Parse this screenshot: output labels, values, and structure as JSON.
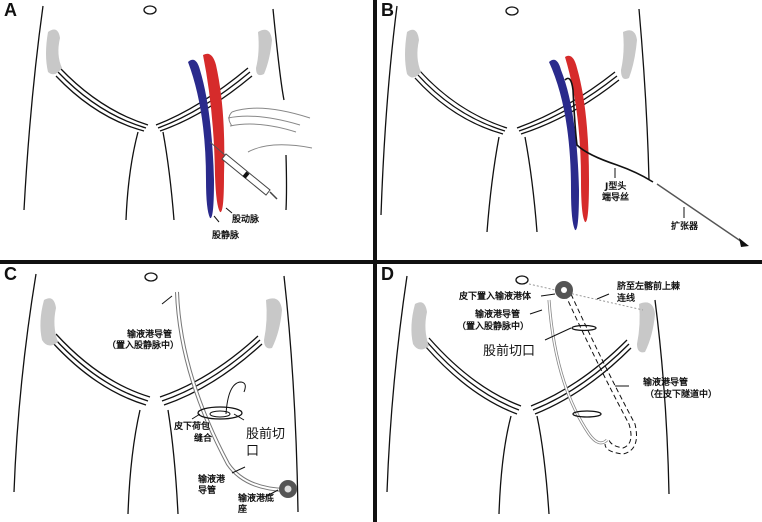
{
  "figure": {
    "colors": {
      "vein": "#2a2a8c",
      "artery": "#d62b2b",
      "pelvis": "#c8c8c8",
      "port": "#555555",
      "line": "#111111"
    },
    "panels": [
      {
        "id": "A",
        "label": "A",
        "annotations": {
          "artery": "股动脉",
          "vein": "股静脉"
        }
      },
      {
        "id": "B",
        "label": "B",
        "annotations": {
          "guidewire": "J型头\n端导丝",
          "guidewire_l1": "J型头",
          "guidewire_l2": "端导丝",
          "dilator": "扩张器"
        }
      },
      {
        "id": "C",
        "label": "C",
        "annotations": {
          "catheter_in_vein_l1": "输液港导管",
          "catheter_in_vein_l2": "（置入股静脉中）",
          "purse_suture_l1": "皮下荷包",
          "purse_suture_l2": "缝合",
          "incision_l1": "股前切",
          "incision_l2": "口",
          "catheter_l1": "输液港",
          "catheter_l2": "导管",
          "port_base_l1": "输液港底",
          "port_base_l2": "座"
        }
      },
      {
        "id": "D",
        "label": "D",
        "annotations": {
          "port_body": "皮下置入输液港体",
          "line_l1": "脐至左髂前上棘",
          "line_l2": "连线",
          "catheter_in_vein_l1": "输液港导管",
          "catheter_in_vein_l2": "（置入股静脉中）",
          "incision": "股前切口",
          "tunnel_catheter_l1": "输液港导管",
          "tunnel_catheter_l2": "（在皮下隧道中）"
        }
      }
    ]
  }
}
